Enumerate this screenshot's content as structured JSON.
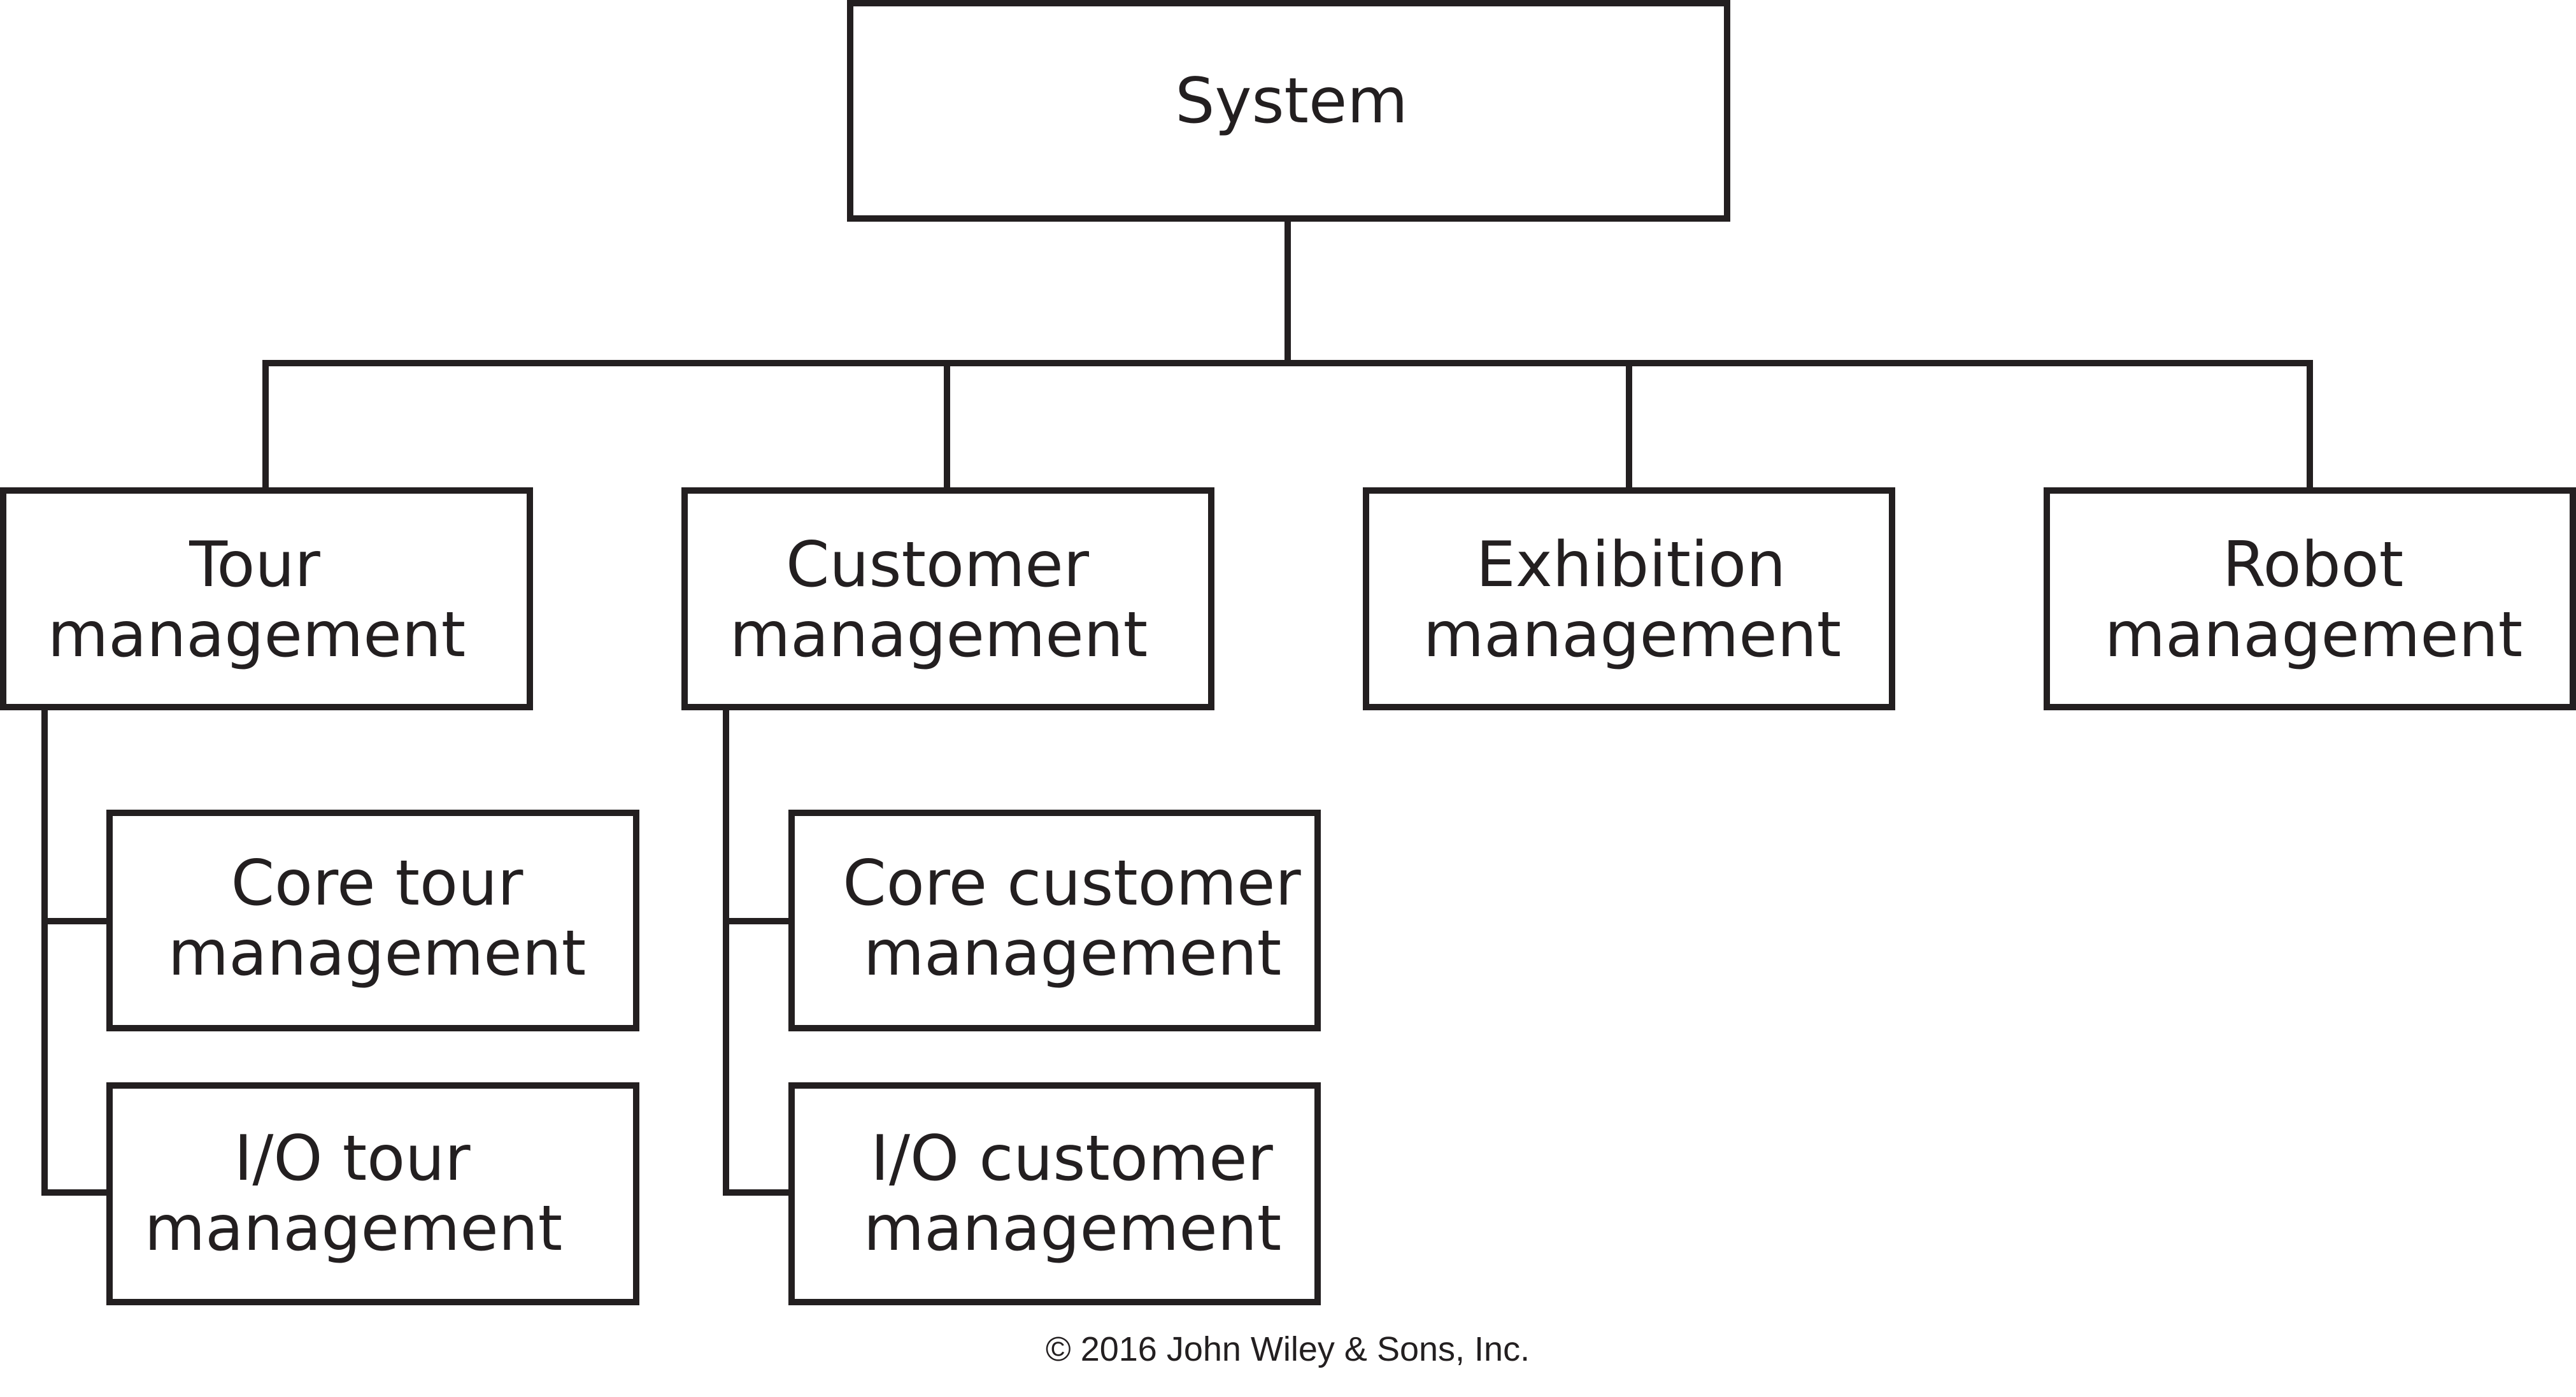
{
  "root": {
    "label": "System"
  },
  "modules": [
    {
      "id": "tour",
      "lines": [
        "Tour",
        "management"
      ]
    },
    {
      "id": "customer",
      "lines": [
        "Customer",
        "management"
      ]
    },
    {
      "id": "exhibition",
      "lines": [
        "Exhibition",
        "management"
      ]
    },
    {
      "id": "robot",
      "lines": [
        "Robot",
        "management"
      ]
    }
  ],
  "submodules": {
    "tour": [
      {
        "id": "core-tour",
        "lines": [
          "Core tour",
          "management"
        ]
      },
      {
        "id": "io-tour",
        "lines": [
          "I/O tour",
          "management"
        ]
      }
    ],
    "customer": [
      {
        "id": "core-customer",
        "lines": [
          "Core customer",
          "management"
        ]
      },
      {
        "id": "io-customer",
        "lines": [
          "I/O customer",
          "management"
        ]
      }
    ]
  },
  "copyright": "© 2016 John Wiley & Sons, Inc.",
  "colors": {
    "line": "#231f20",
    "background": "#ffffff"
  }
}
